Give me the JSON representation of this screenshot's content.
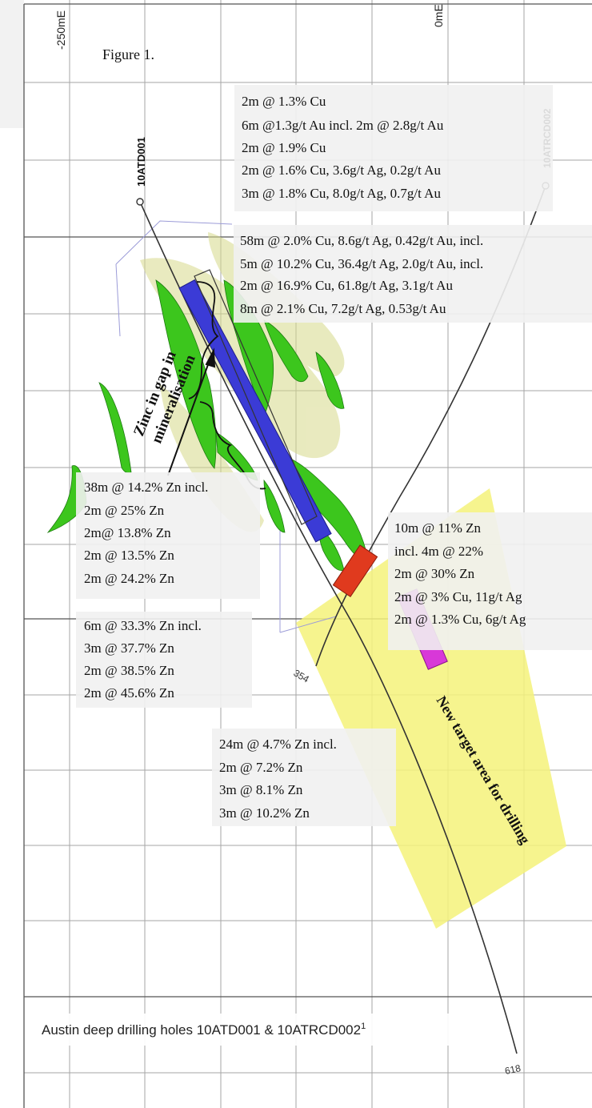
{
  "figure": {
    "title": "Figure 1.",
    "caption": "Austin deep drilling holes 10ATD001 & 10ATRCD002",
    "caption_superscript": "1",
    "grid_labels": {
      "left": "-250mE",
      "center": "0mE"
    },
    "colors": {
      "grid": "#9a9a9a",
      "zinc_bar": "#3b3bd6",
      "copper_bar": "#e03a1e",
      "target_bar": "#d838d8",
      "target_zone": "#f4f27a",
      "mineral_green": "#35c41a",
      "mineral_yellow": "#d7d98a",
      "label_panel": "#f1f1f1"
    }
  },
  "holes": [
    {
      "id": "10ATD001",
      "end_depth": "618"
    },
    {
      "id": "10ATRCD002",
      "end_depth": "354"
    }
  ],
  "annotations": {
    "zinc_gap": [
      "Zinc in gap in",
      "mineralisation"
    ],
    "new_target": "New target area for drilling"
  },
  "intercepts": {
    "top_right": [
      "2m @ 1.3% Cu",
      "6m @1.3g/t Au incl. 2m @ 2.8g/t Au",
      "2m @ 1.9% Cu",
      "2m @ 1.6% Cu, 3.6g/t Ag, 0.2g/t Au",
      "3m @ 1.8% Cu, 8.0g/t Ag, 0.7g/t Au"
    ],
    "main_cu": [
      "58m @ 2.0% Cu, 8.6g/t Ag, 0.42g/t Au, incl.",
      "5m @ 10.2% Cu, 36.4g/t Ag, 2.0g/t Au, incl.",
      "2m @ 16.9% Cu, 61.8g/t Ag, 3.1g/t Au",
      "8m @ 2.1% Cu, 7.2g/t Ag, 0.53g/t Au"
    ],
    "left_zn": [
      "38m @ 14.2% Zn incl.",
      "2m @ 25% Zn",
      "2m@ 13.8% Zn",
      "2m @ 13.5% Zn",
      "2m @ 24.2% Zn"
    ],
    "left_zn_2": [
      "6m @ 33.3% Zn incl.",
      "3m @ 37.7% Zn",
      "2m @ 38.5% Zn",
      "2m @ 45.6% Zn"
    ],
    "right_zn": [
      "10m @ 11% Zn",
      "incl. 4m @ 22%",
      "2m @ 30% Zn",
      "2m @ 3% Cu, 11g/t Ag",
      "2m @ 1.3% Cu, 6g/t Ag"
    ],
    "lower_zn": [
      "24m @ 4.7% Zn incl.",
      "2m @ 7.2% Zn",
      "3m @ 8.1% Zn",
      "3m @ 10.2% Zn"
    ]
  }
}
